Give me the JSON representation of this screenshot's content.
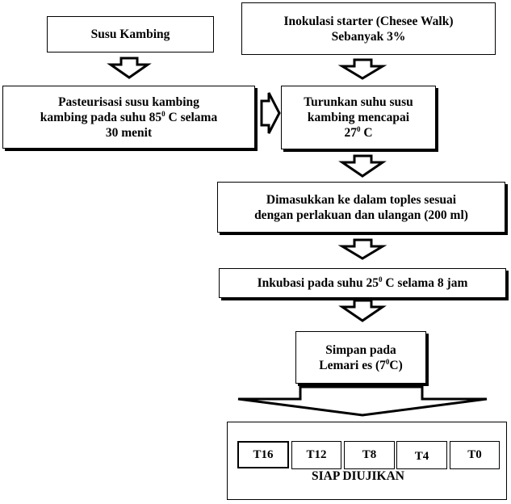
{
  "steps": {
    "susu_kambing": "Susu Kambing",
    "inokulasi_l1": "Inokulasi starter (Chesee Walk)",
    "inokulasi_l2": "Sebanyak 3%",
    "pasteurisasi_l1": "Pasteurisasi susu kambing",
    "pasteurisasi_l2a": "kambing pada suhu 85",
    "pasteurisasi_sup": "0",
    "pasteurisasi_l2b": " C selama",
    "pasteurisasi_l3": "30 menit",
    "turunkan_l1": "Turunkan suhu  susu",
    "turunkan_l2": "kambing mencapai",
    "turunkan_l3a": "27",
    "turunkan_sup": "0",
    "turunkan_l3b": " C",
    "dimasukkan_l1": "Dimasukkan ke dalam toples sesuai",
    "dimasukkan_l2": "dengan perlakuan dan ulangan (200 ml)",
    "inkubasi_a": "Inkubasi pada suhu 25",
    "inkubasi_sup": "0",
    "inkubasi_b": " C selama 8 jam",
    "simpan_l1": "Simpan pada",
    "simpan_l2a": "Lemari es (7",
    "simpan_sup": "0",
    "simpan_l2b": "C)"
  },
  "treatments": [
    "T16",
    "T12",
    "T8",
    "T4",
    "T0"
  ],
  "final_label": "SIAP DIUJIKAN"
}
